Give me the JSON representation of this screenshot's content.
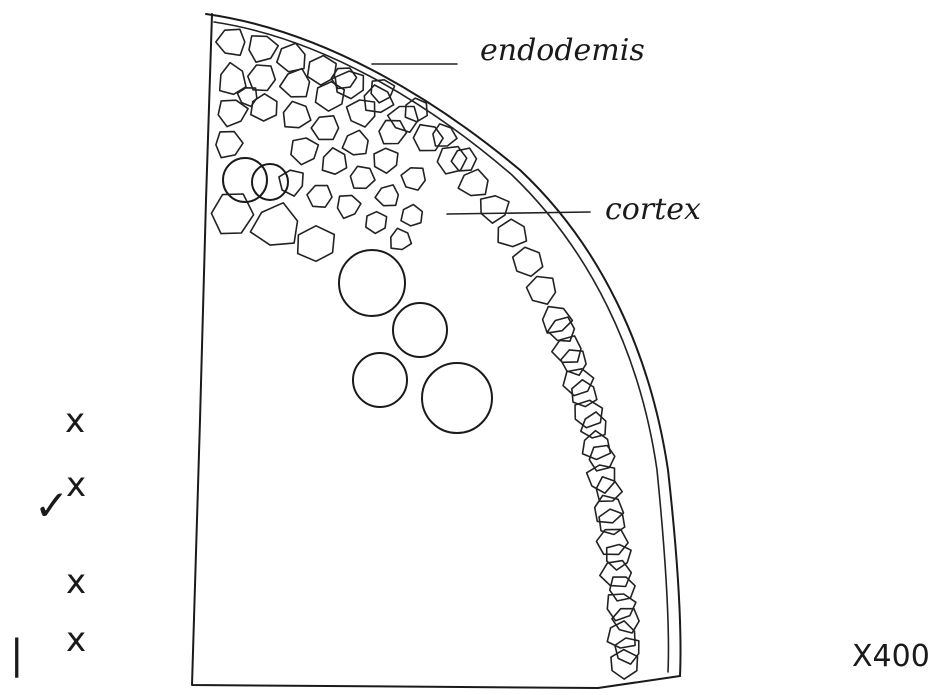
{
  "labels": {
    "endodermis": "endodemis",
    "cortex": "cortex"
  },
  "magnification": "X400",
  "marks": {
    "row1": "x",
    "row2_tick": "✓",
    "row2": "x",
    "row3": "x",
    "row4_bar": "|",
    "row4": "x"
  }
}
